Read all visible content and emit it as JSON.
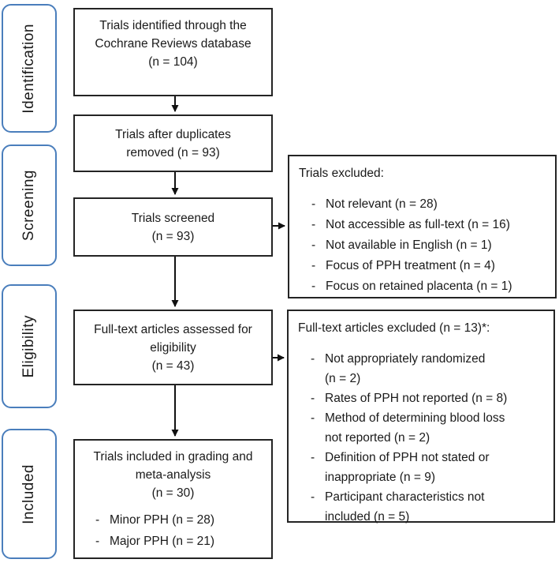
{
  "colors": {
    "accent": "#4A7EBC",
    "border": "#242424",
    "text": "#1A1A1A"
  },
  "bullet_marker": "-",
  "stages": [
    {
      "label": "Identification"
    },
    {
      "label": "Screening"
    },
    {
      "label": "Eligibility"
    },
    {
      "label": "Included"
    }
  ],
  "flow": {
    "identified": {
      "lines": [
        "Trials identified through the",
        "Cochrane Reviews database",
        "(n = 104)"
      ]
    },
    "duplicates": {
      "lines": [
        "Trials after duplicates",
        "removed (n = 93)"
      ]
    },
    "screened": {
      "lines": [
        "Trials screened",
        "(n = 93)"
      ]
    },
    "fulltext": {
      "lines": [
        "Full-text articles assessed for",
        "eligibility",
        "(n = 43)"
      ]
    },
    "included": {
      "lines": [
        "Trials included in grading and",
        "meta-analysis",
        "(n = 30)"
      ],
      "bullets": [
        "Minor PPH (n = 28)",
        "Major PPH (n = 21)"
      ]
    }
  },
  "excluded_screening": {
    "title": "Trials excluded:",
    "items": [
      "Not relevant (n = 28)",
      "Not accessible as full-text (n = 16)",
      "Not available in English (n = 1)",
      "Focus of PPH treatment (n = 4)",
      "Focus on retained placenta (n = 1)"
    ]
  },
  "excluded_eligibility": {
    "title": "Full-text articles excluded (n = 13)*:",
    "items": [
      {
        "lines": [
          "Not appropriately randomized",
          "(n = 2)"
        ]
      },
      {
        "lines": [
          "Rates of PPH not reported (n = 8)",
          ""
        ]
      },
      {
        "lines": [
          "Method of determining blood loss",
          "not reported (n = 2)"
        ]
      },
      {
        "lines": [
          "Definition of PPH not stated or",
          "inappropriate (n = 9)"
        ]
      },
      {
        "lines": [
          "Participant characteristics not",
          "included (n = 5)"
        ]
      }
    ]
  }
}
